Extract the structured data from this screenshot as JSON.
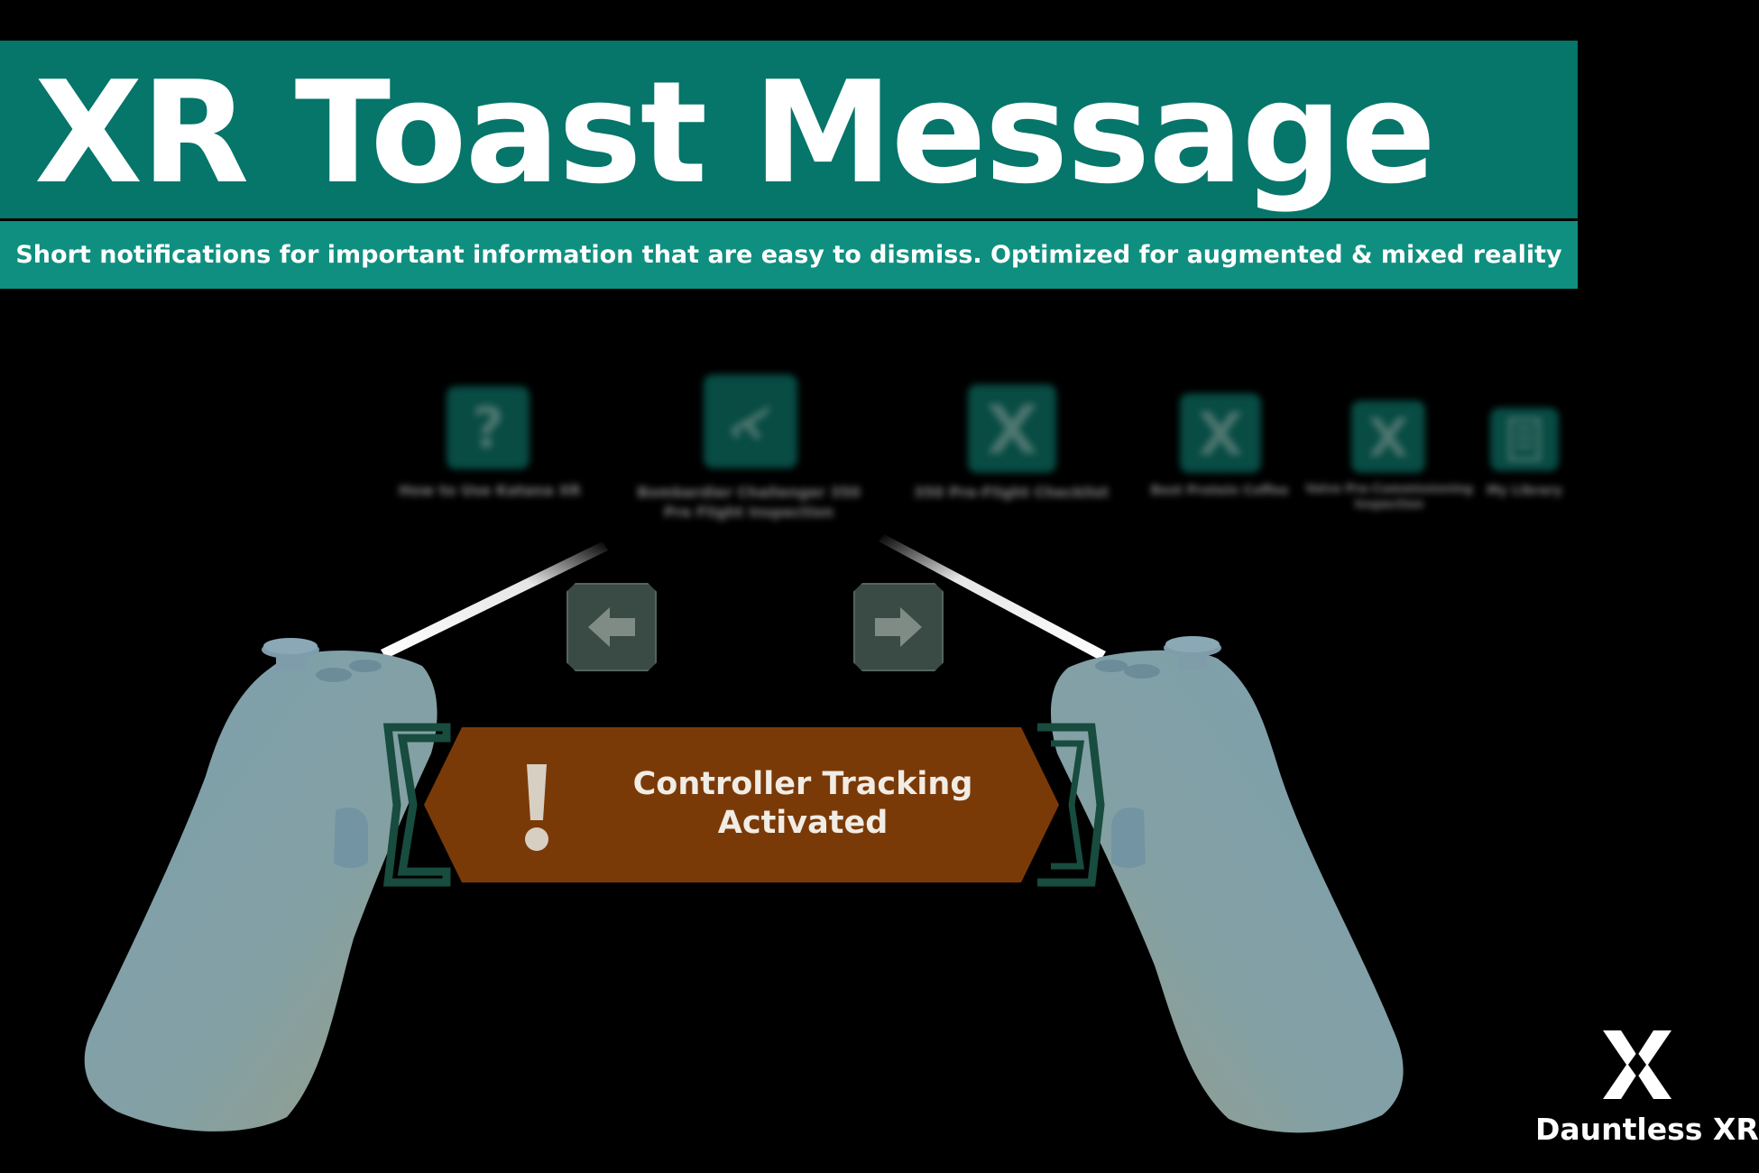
{
  "header": {
    "title": "XR Toast Message",
    "subtitle": "Short notifications for important information that are easy to dismiss. Optimized for augmented & mixed reality"
  },
  "app_tiles": [
    {
      "label": "How to Use Katana XR",
      "icon": "question-icon"
    },
    {
      "label": "Bombardier Challenger 350",
      "label2": "Pre Flight Inspection",
      "icon": "airplane-icon"
    },
    {
      "label": "350 Pre-Flight Checklist",
      "icon": "dauntless-logo-icon"
    },
    {
      "label": "Best Protein Coffee",
      "icon": "dauntless-logo-icon"
    },
    {
      "label": "Valve Pre-Commissioning",
      "label2": "Inspection",
      "icon": "dauntless-logo-icon"
    },
    {
      "label": "My Library",
      "icon": "document-icon"
    }
  ],
  "navigation": {
    "prev_icon": "arrow-left-icon",
    "next_icon": "arrow-right-icon"
  },
  "toast": {
    "icon": "exclamation-icon",
    "line1": "Controller Tracking",
    "line2": "Activated"
  },
  "brand": {
    "name": "Dauntless XR",
    "logo": "dauntless-logo-icon"
  },
  "colors": {
    "title_band": "#06756a",
    "subtitle_band": "#0f8f80",
    "toast": "#7a3a08",
    "toast_bracket": "#164a3d",
    "controller": "#7b9aa8"
  }
}
